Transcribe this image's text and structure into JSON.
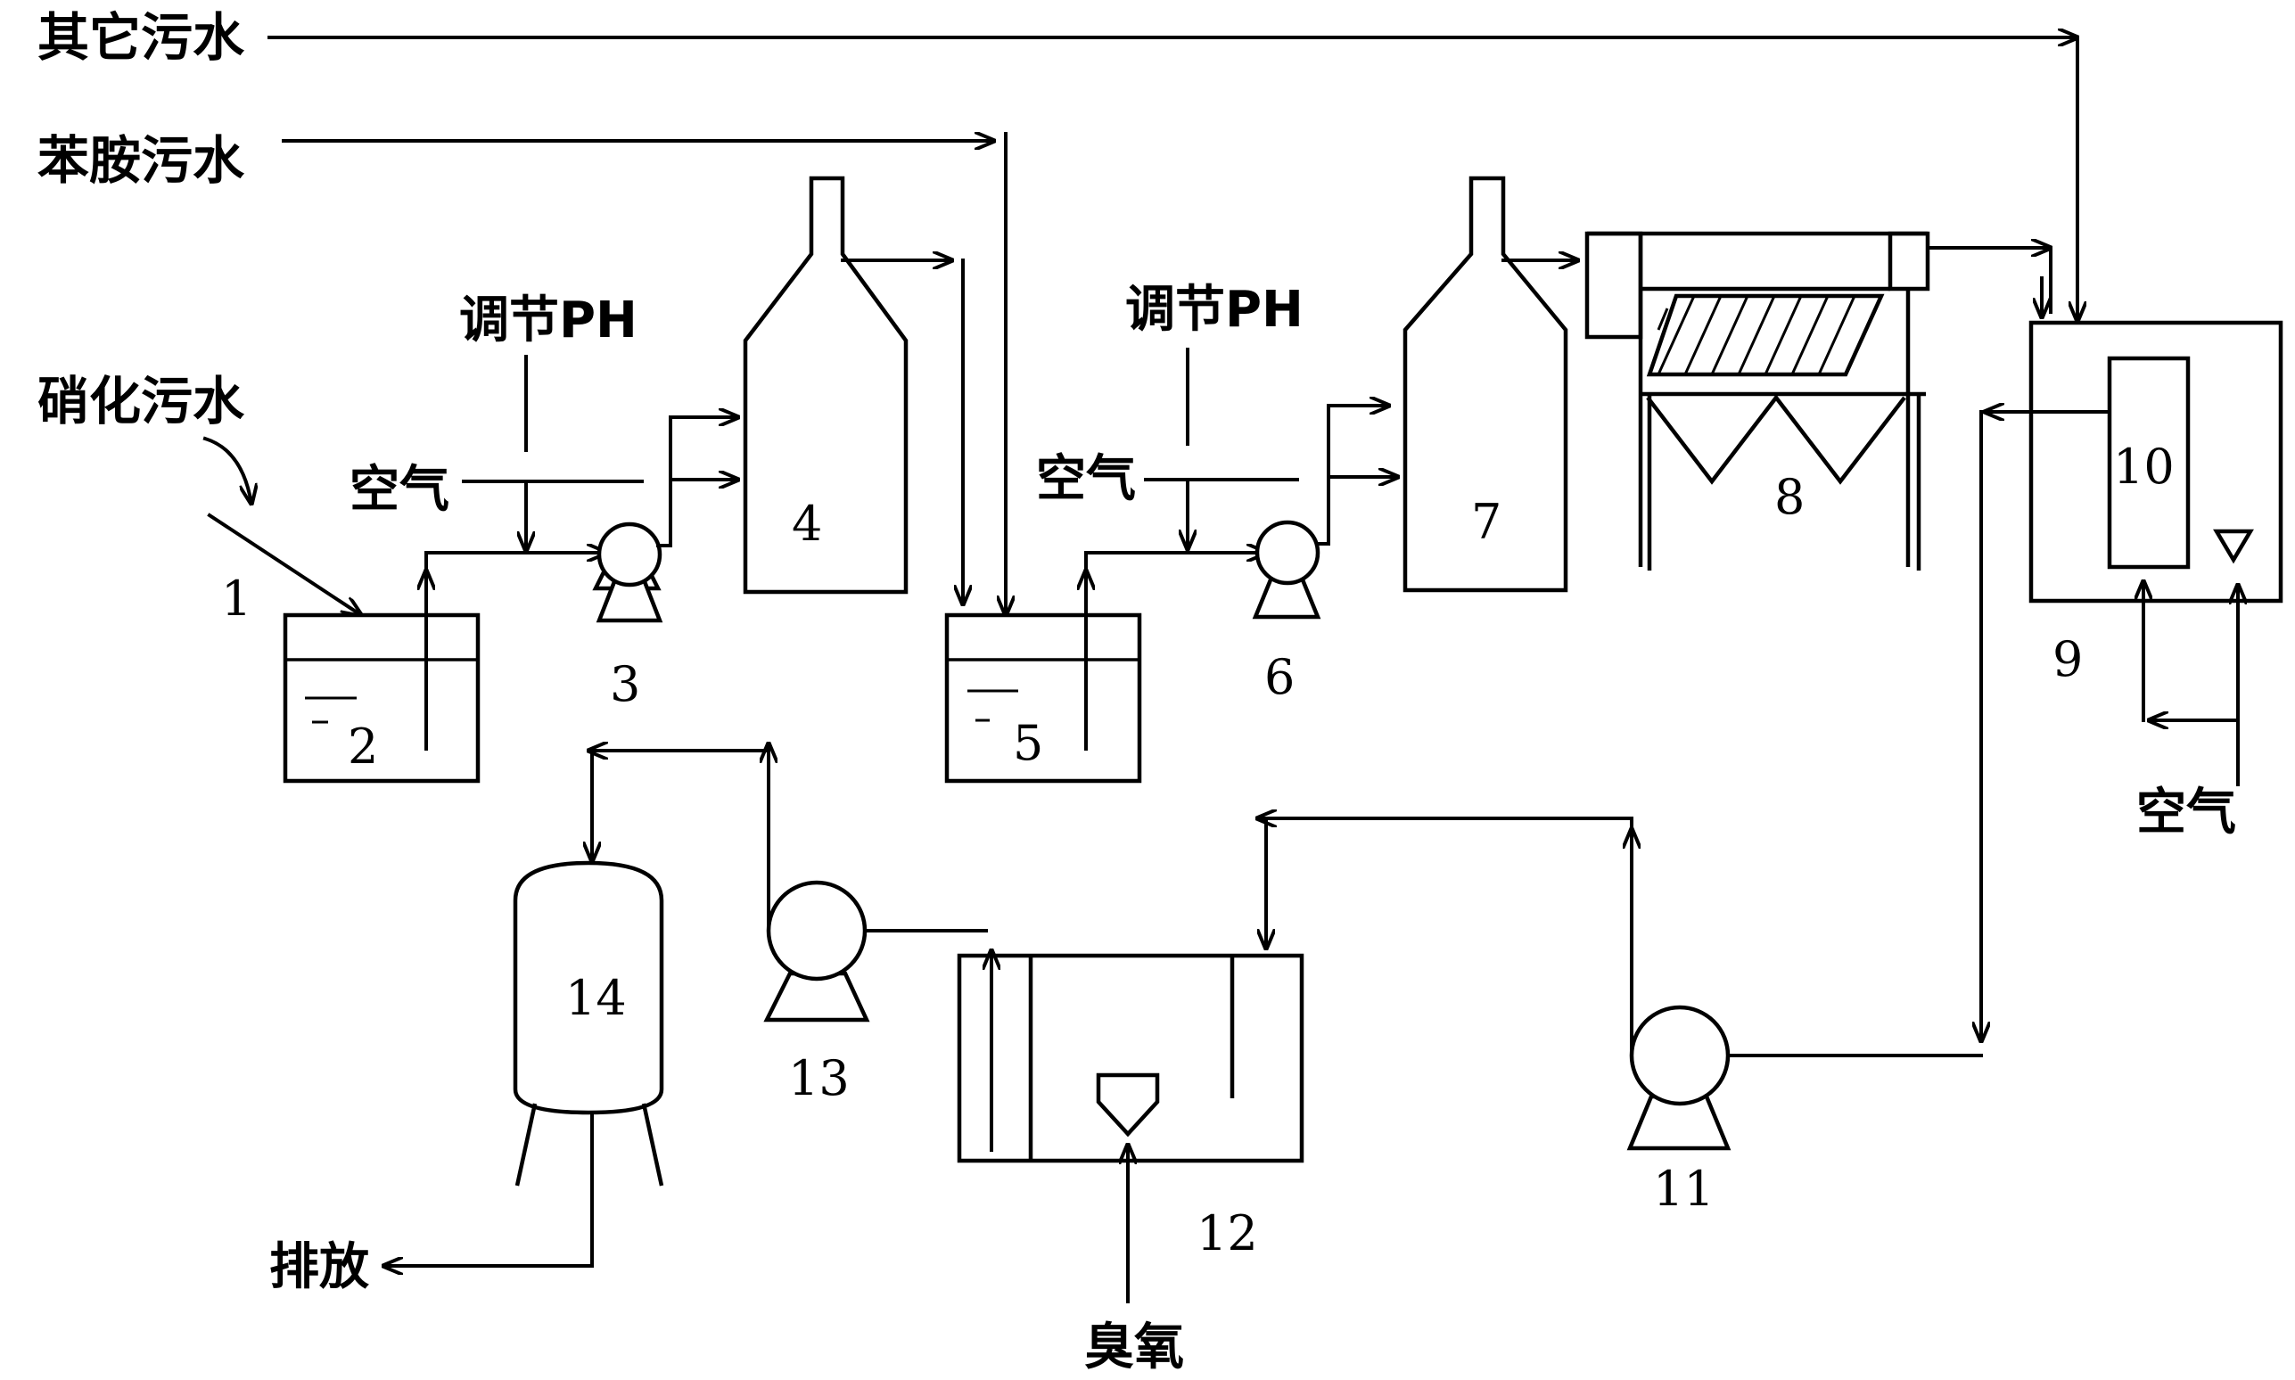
{
  "streams": {
    "other_wastewater": "其它污水",
    "aniline_wastewater": "苯胺污水",
    "nitrated_wastewater": "硝化污水"
  },
  "controls": {
    "adjust_ph_1": "调节PH",
    "adjust_ph_2": "调节PH",
    "air_1": "空气",
    "air_2": "空气",
    "air_3": "空气",
    "ozone": "臭氧",
    "discharge": "排放"
  },
  "equipment": {
    "n1": "1",
    "n2": "2",
    "n3": "3",
    "n4": "4",
    "n5": "5",
    "n6": "6",
    "n7": "7",
    "n8": "8",
    "n9": "9",
    "n10": "10",
    "n11": "11",
    "n12": "12",
    "n13": "13",
    "n14": "14"
  }
}
